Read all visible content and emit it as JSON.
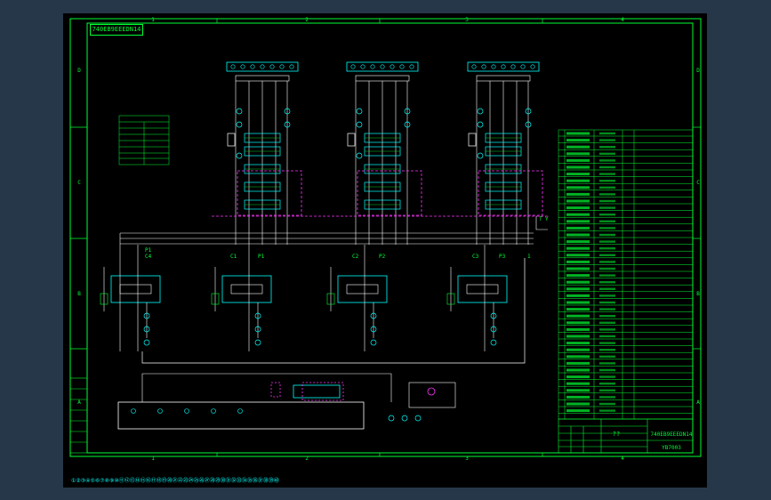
{
  "drawing": {
    "sheet_title": "740EB9EEEDN14",
    "bottom_text": "①②③④⑤⑥⑦⑧⑨⑩⑪⑫⑬⑭⑮⑯⑰⑱⑲⑳㉑㉒㉓㉔㉕㉖㉗㉘㉙㉚㉛㉜㉝㉞㉟㊱㊲㊳㊴㊵",
    "title_block": {
      "name": "740EB9EEEDN14",
      "drawing_no": "YB7003",
      "sheet": "??"
    },
    "columns": [
      "1",
      "2",
      "3",
      "4"
    ],
    "rows": [
      "D",
      "C",
      "B",
      "A"
    ],
    "cylinder_labels": [
      "C4",
      "P1",
      "C1",
      "P1",
      "C2",
      "P2",
      "C3",
      "P3"
    ],
    "line_labels": [
      "1",
      "T",
      "Y"
    ]
  },
  "colors": {
    "background": "#27374a",
    "paper": "#000000",
    "frame": "#00ff33",
    "pipe": "#ffffff",
    "pilot": "#ff33ff",
    "symbol": "#00ffff",
    "text": "#00ff33"
  }
}
